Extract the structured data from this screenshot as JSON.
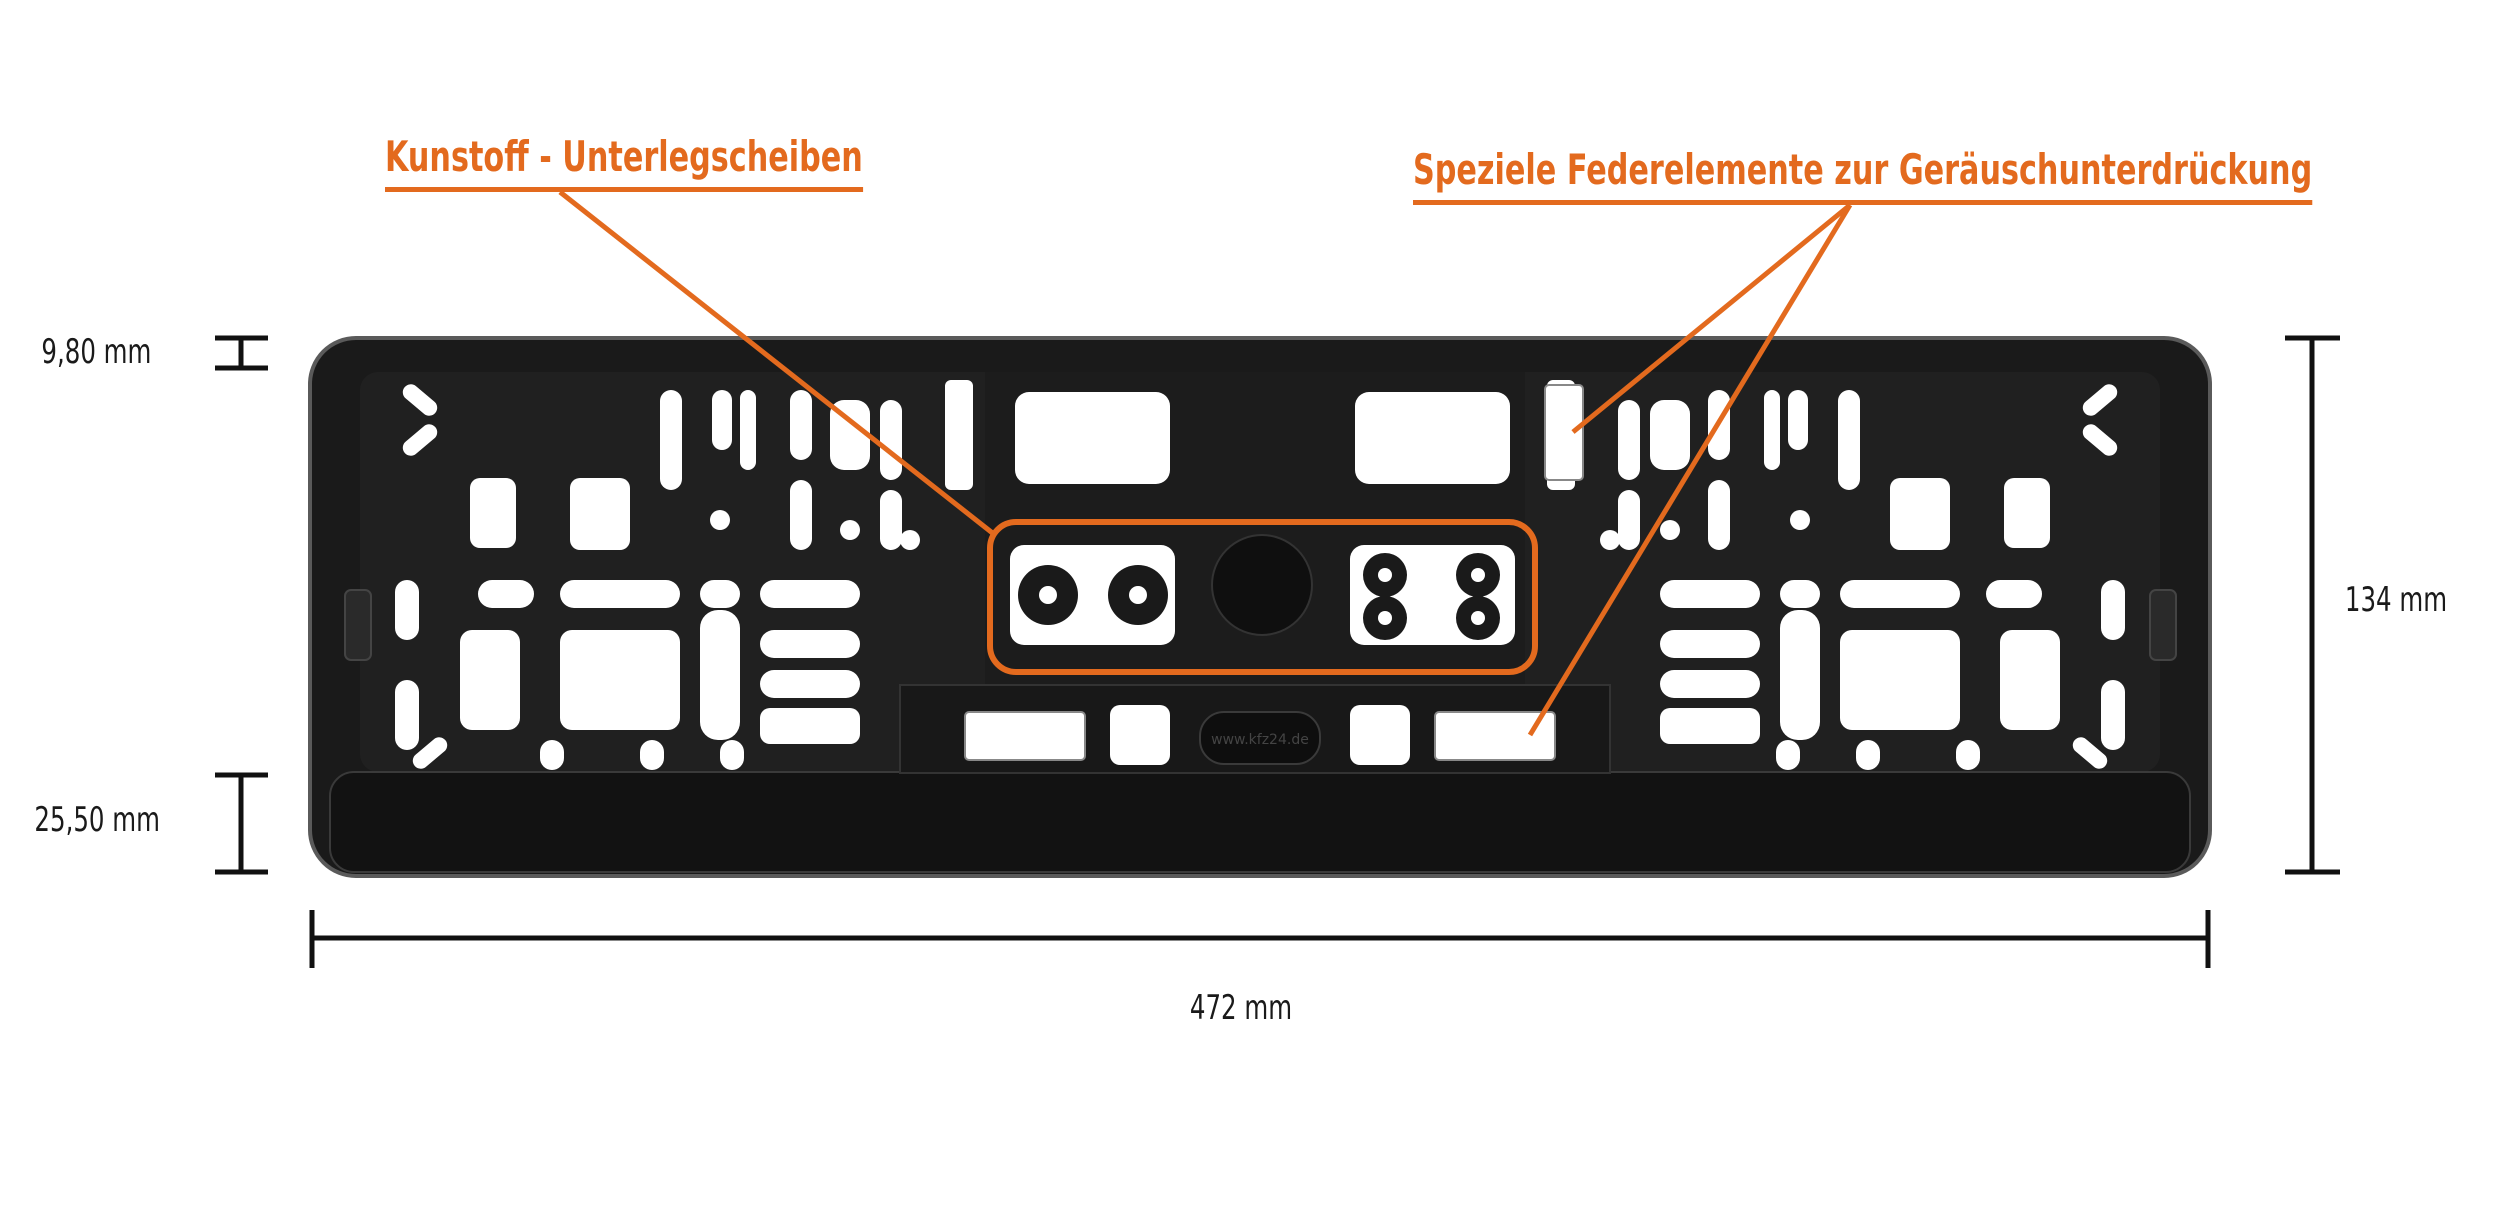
{
  "colors": {
    "accent": "#e36a1e",
    "frame": "#151515",
    "frame_edge": "#3a3a3a",
    "cutout": "#ffffff",
    "dimension_line": "#111111"
  },
  "callouts": {
    "washers": "Kunstoff - Unterlegscheiben",
    "springs": "Speziele Federelemente  zur Geräuschunterdrückung"
  },
  "dimensions": {
    "top_rim": "9,80 mm",
    "bottom_bar": "25,50 mm",
    "height": "134 mm",
    "width": "472 mm"
  },
  "plate": {
    "brand_text": "www.kfz24.de"
  }
}
